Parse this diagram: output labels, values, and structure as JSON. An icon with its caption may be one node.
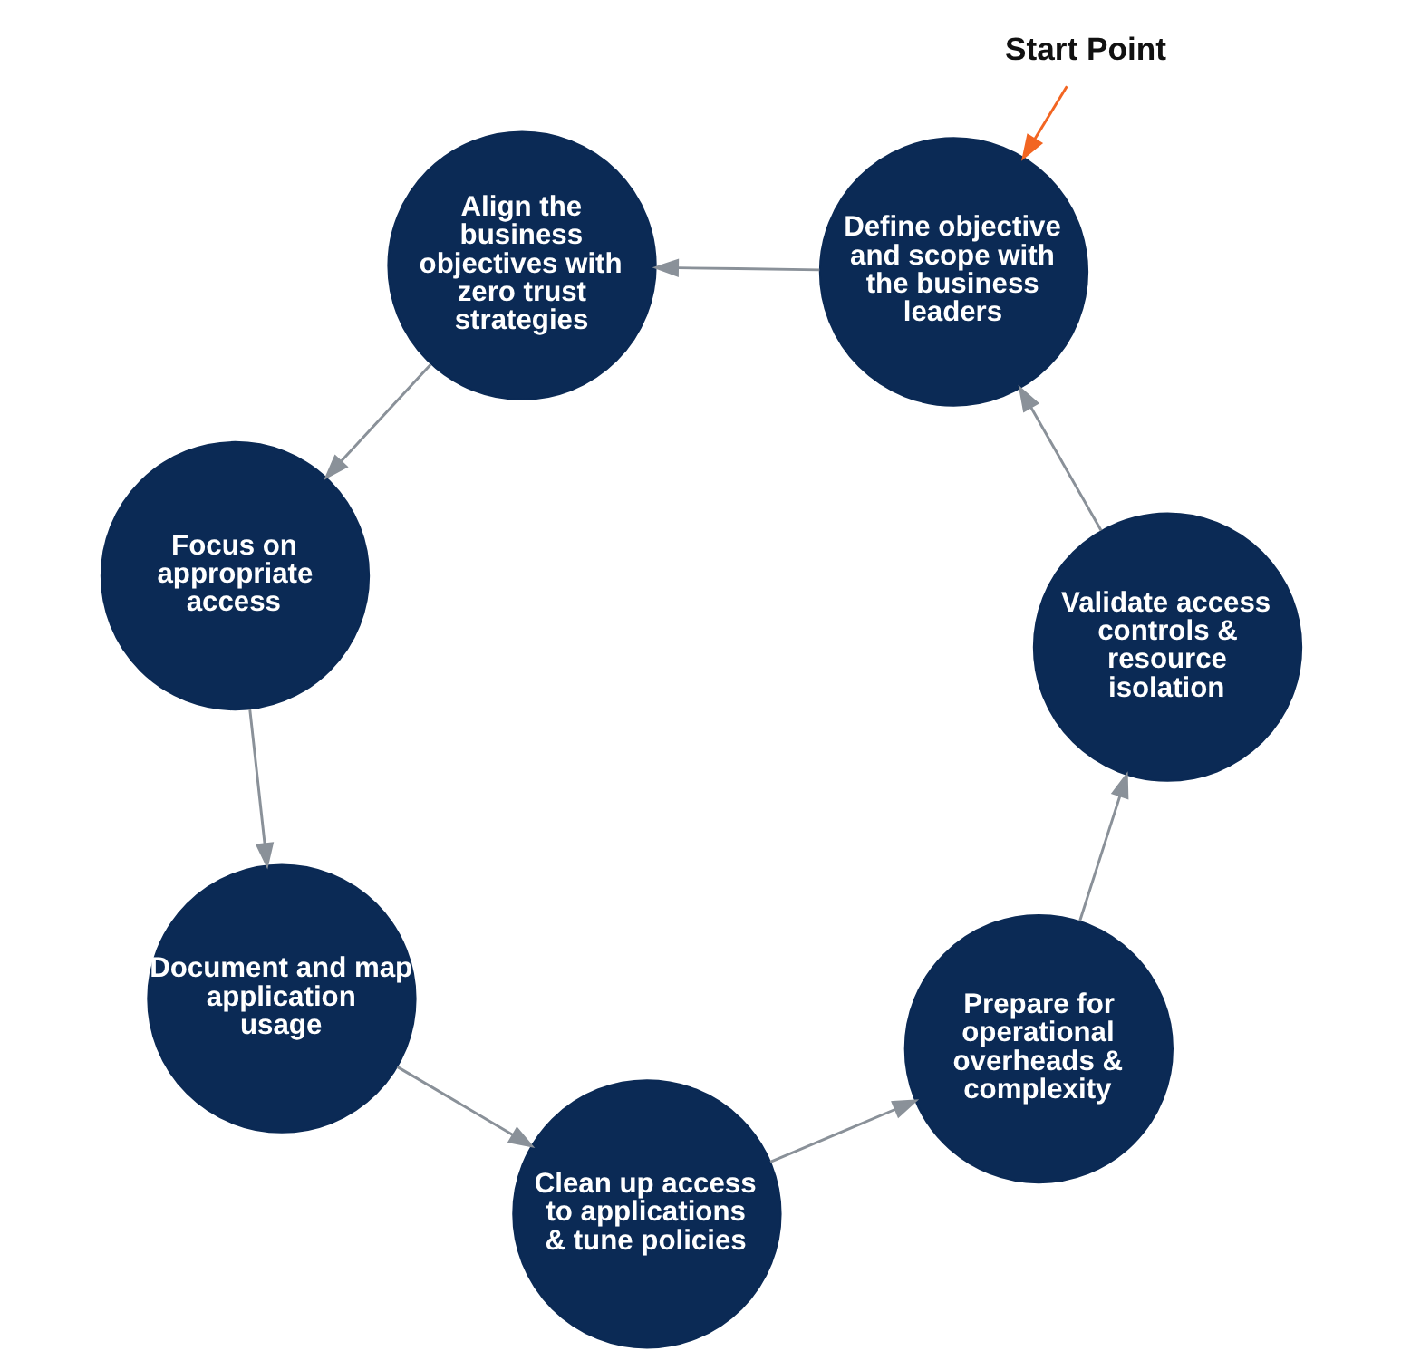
{
  "diagram": {
    "nodes": [
      {
        "text": [
          "Start Point"
        ]
      },
      {
        "text": [
          "Define objective and scope with the business leaders"
        ]
      },
      {
        "text": [
          "Align the business objectives with zero trust strategies"
        ]
      },
      {
        "text": [
          "Focus on appropriate access"
        ]
      },
      {
        "text": [
          "Document and map application usage"
        ]
      },
      {
        "text": [
          "Clean up access to applications & tune policies"
        ]
      },
      {
        "text": [
          "Prepare for operational overheads & complexity"
        ]
      },
      {
        "text": [
          "Validate access controls & resource isolation"
        ]
      }
    ],
    "edges": [
      {
        "from": 0,
        "to": 1,
        "arrow": "to",
        "color": "#f26522"
      },
      {
        "from": 1,
        "to": 2,
        "arrow": "to"
      },
      {
        "from": 2,
        "to": 3,
        "arrow": "to"
      },
      {
        "from": 3,
        "to": 4,
        "arrow": "to"
      },
      {
        "from": 4,
        "to": 5,
        "arrow": "to"
      },
      {
        "from": 5,
        "to": 6,
        "arrow": "to"
      },
      {
        "from": 6,
        "to": 7,
        "arrow": "to"
      },
      {
        "from": 7,
        "to": 1,
        "arrow": "to"
      }
    ]
  }
}
